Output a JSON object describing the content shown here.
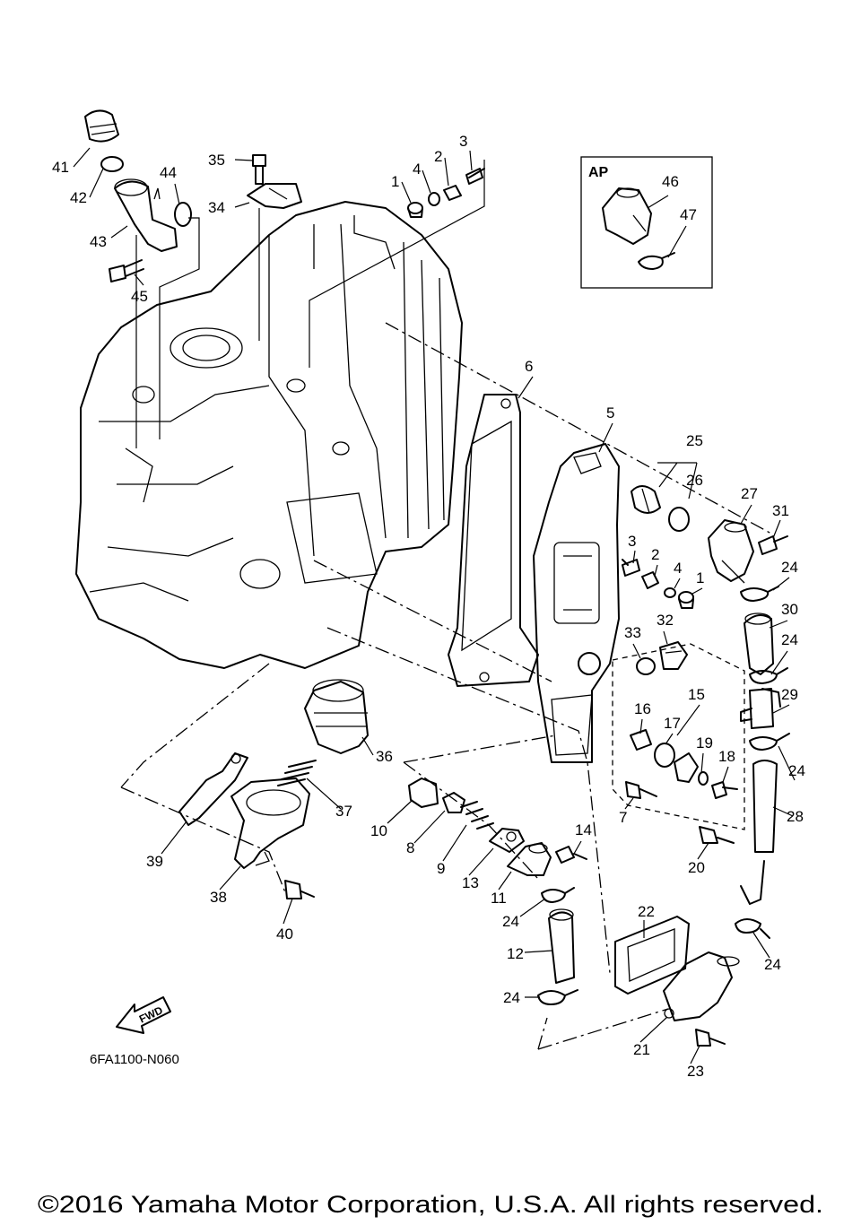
{
  "inset": {
    "label": "AP"
  },
  "diagram_code": "6FA1100-N060",
  "fwd_arrow": {
    "label": "FWD"
  },
  "copyright": "©2016 Yamaha Motor Corporation, U.S.A. All rights reserved.",
  "callouts": [
    "41",
    "42",
    "43",
    "44",
    "45",
    "35",
    "34",
    "1",
    "4",
    "2",
    "3",
    "46",
    "47",
    "6",
    "5",
    "25",
    "26",
    "27",
    "31",
    "24",
    "3",
    "2",
    "4",
    "1",
    "30",
    "32",
    "33",
    "24",
    "15",
    "29",
    "16",
    "17",
    "19",
    "18",
    "24",
    "28",
    "36",
    "37",
    "10",
    "8",
    "7",
    "20",
    "14",
    "9",
    "13",
    "11",
    "39",
    "38",
    "24",
    "40",
    "22",
    "12",
    "24",
    "24",
    "21",
    "23"
  ]
}
